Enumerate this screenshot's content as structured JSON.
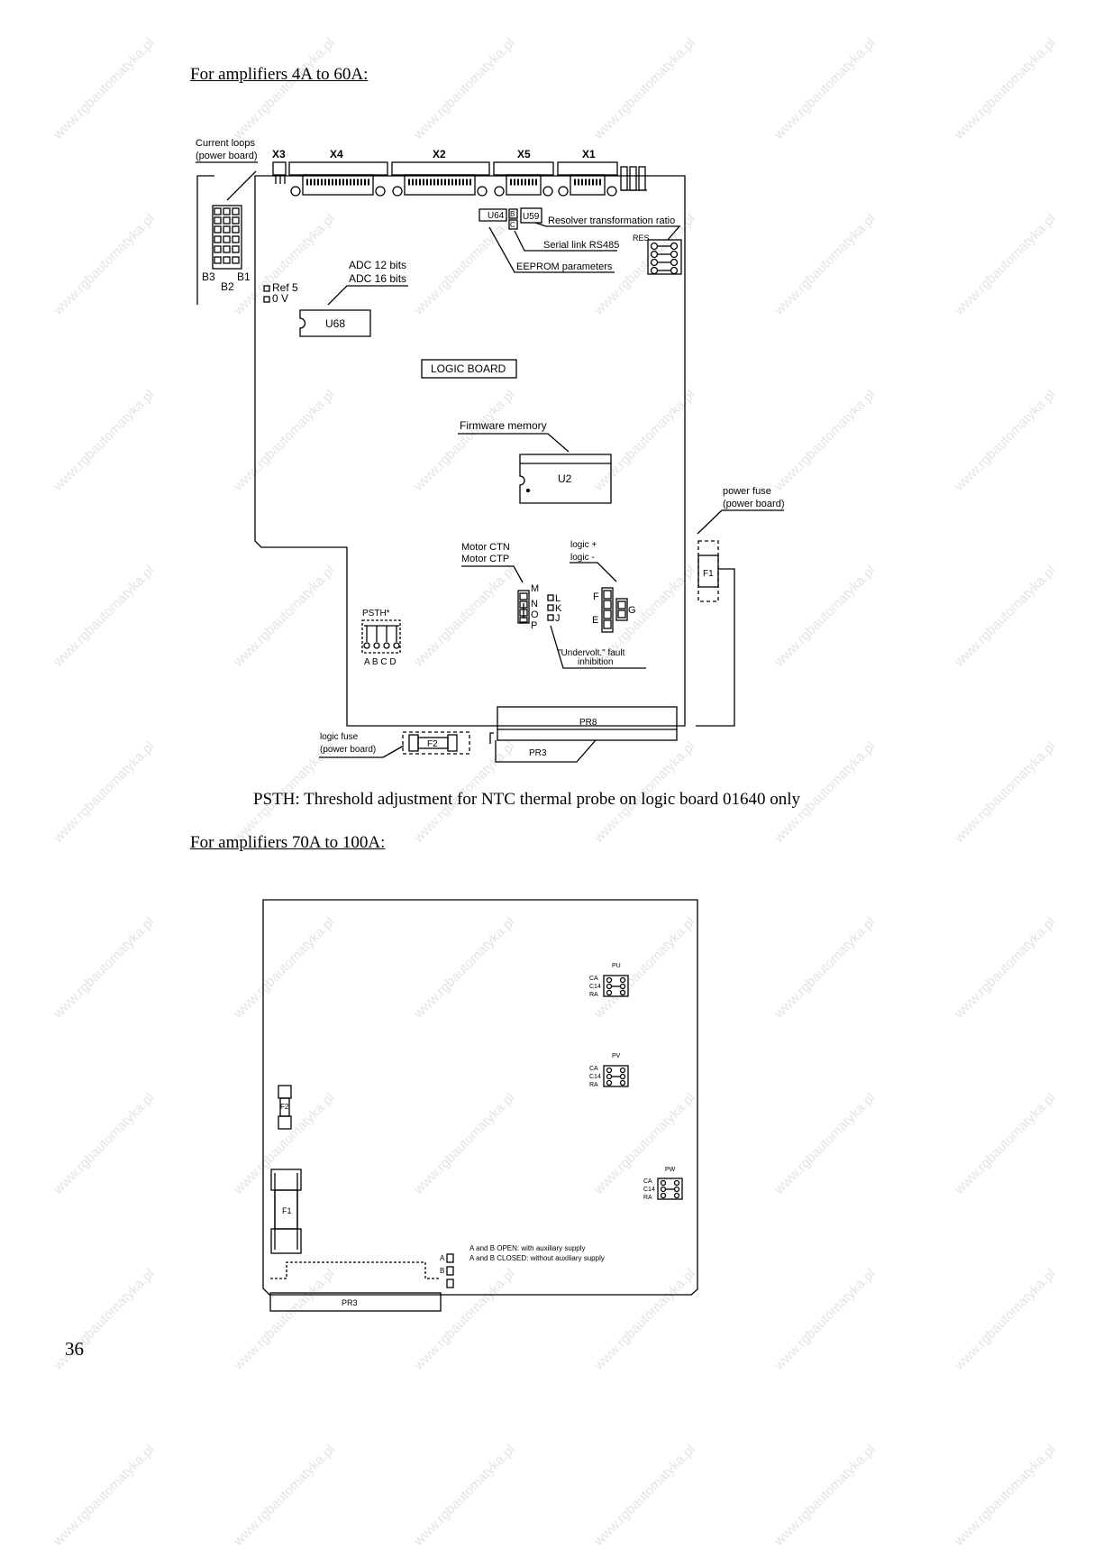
{
  "heading_top": "For amplifiers 4A to 60A:",
  "heading_bottom": "For amplifiers 70A to 100A:",
  "caption": "PSTH: Threshold adjustment for NTC thermal probe on logic board 01640 only",
  "page_number": "36",
  "watermark": "www.rgbautomatyka.pl",
  "board1": {
    "connectors": [
      "X3",
      "X4",
      "X2",
      "X5",
      "X1"
    ],
    "current_loops": [
      "Current loops",
      "(power board)"
    ],
    "chips": {
      "u64": "U64",
      "u59": "U59",
      "u68": "U68",
      "u2": "U2",
      "b": "B",
      "c": "C"
    },
    "resolver": "Resolver transformation ratio",
    "res": "RES",
    "serial_link": "Serial link RS485",
    "eeprom": "EEPROM parameters",
    "adc": [
      "ADC 12 bits",
      "ADC 16 bits"
    ],
    "ref": [
      "Ref 5",
      "0 V"
    ],
    "b_labels": [
      "B3",
      "B2",
      "B1"
    ],
    "logic_board": "LOGIC BOARD",
    "firmware": "Firmware memory",
    "power_fuse": [
      "power fuse",
      "(power board)"
    ],
    "f1": "F1",
    "motor": [
      "Motor CTN",
      "Motor CTP"
    ],
    "mnop": [
      "M",
      "N",
      "O",
      "P"
    ],
    "lkj": [
      "L",
      "K",
      "J"
    ],
    "logic_pm": [
      "logic +",
      "logic -"
    ],
    "feg": [
      "F",
      "E",
      "G"
    ],
    "psth": "PSTH*",
    "abcd": "A B C D",
    "undervolt": [
      "\"Undervolt.\" fault",
      "inhibition"
    ],
    "pr8": "PR8",
    "pr3": "PR3",
    "logic_fuse": [
      "logic fuse",
      "(power board)"
    ],
    "f2": "F2"
  },
  "board2": {
    "pu": "PU",
    "pv": "PV",
    "pw": "PW",
    "pins": [
      "CA",
      "C14",
      "RA"
    ],
    "f2": "F2",
    "f1": "F1",
    "a": "A",
    "b": "B",
    "ab_open": "A and B OPEN: with auxiliary supply",
    "ab_closed": "A and B CLOSED: without auxiliary supply",
    "pr3": "PR3"
  }
}
